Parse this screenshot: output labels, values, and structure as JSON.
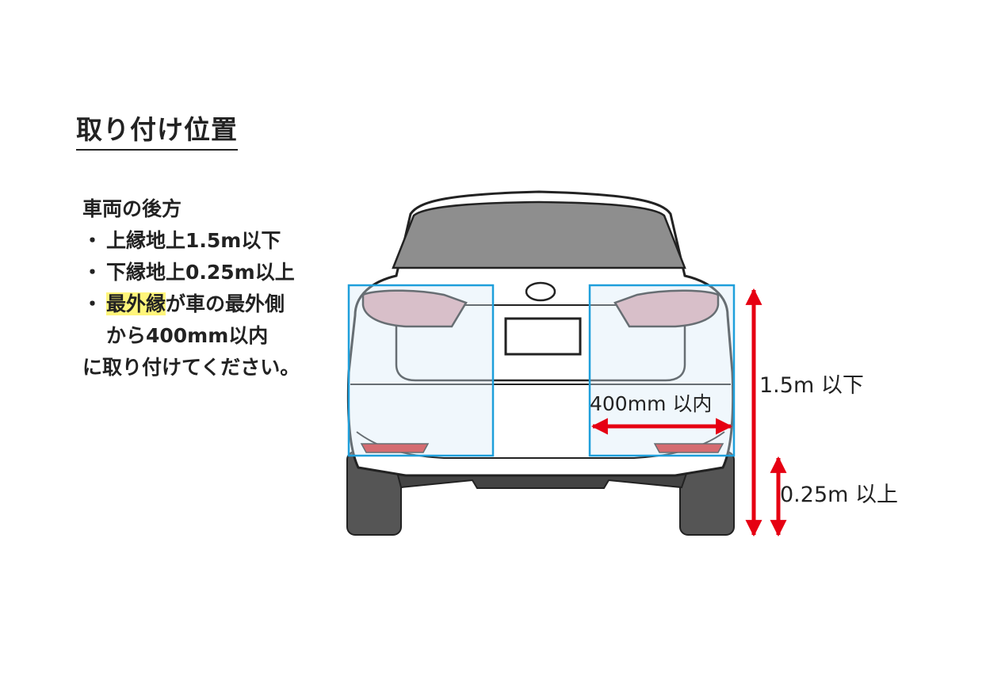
{
  "title": "取り付け位置",
  "notes": {
    "heading": "車両の後方",
    "bullet": "・",
    "item1": "上縁地上1.5m以下",
    "item2": "下縁地上0.25m以上",
    "item3_highlight": "最外縁",
    "item3_rest": "が車の最外側",
    "item3_cont": "から400mm以内",
    "closing": "に取り付けてください。"
  },
  "dimensions": {
    "height_max": "1.5m 以下",
    "height_min": "0.25m 以上",
    "edge_distance": "400mm 以内"
  },
  "colors": {
    "arrow": "#e60012",
    "zone_outline": "#1e9fdb",
    "highlight": "#fff57a",
    "tail_lamp": "#d9a5ad",
    "reflector": "#d42020"
  }
}
